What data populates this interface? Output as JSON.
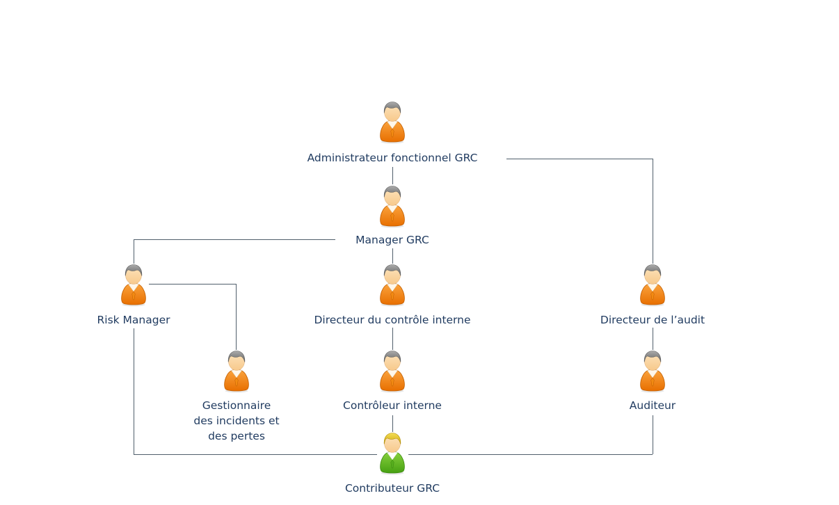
{
  "diagram": {
    "type": "org-chart",
    "language": "fr",
    "colors": {
      "label_text": "#1f3a5f",
      "connector": "#4f5e6b",
      "background": "#ffffff",
      "person_orange_suit": "#ee7d0c",
      "person_green_suit": "#5cb52a",
      "person_skin": "#fbd7a3",
      "person_hair_gray": "#8a8a8a",
      "person_hair_blond": "#e5c32e"
    },
    "nodes": [
      {
        "id": "administrateur-fonctionnel-grc",
        "label": "Administrateur fonctionnel GRC",
        "icon": "person-orange-icon"
      },
      {
        "id": "manager-grc",
        "label": "Manager GRC",
        "icon": "person-orange-icon"
      },
      {
        "id": "risk-manager",
        "label": "Risk Manager",
        "icon": "person-orange-icon"
      },
      {
        "id": "directeur-controle-interne",
        "label": "Directeur du contrôle interne",
        "icon": "person-orange-icon"
      },
      {
        "id": "directeur-audit",
        "label": "Directeur de l’audit",
        "icon": "person-orange-icon"
      },
      {
        "id": "gestionnaire-incidents-pertes",
        "label": "Gestionnaire\ndes incidents et\ndes pertes",
        "icon": "person-orange-icon"
      },
      {
        "id": "controleur-interne",
        "label": "Contrôleur interne",
        "icon": "person-orange-icon"
      },
      {
        "id": "auditeur",
        "label": "Auditeur",
        "icon": "person-orange-icon"
      },
      {
        "id": "contributeur-grc",
        "label": "Contributeur GRC",
        "icon": "person-green-icon"
      }
    ],
    "edges": [
      {
        "from": "administrateur-fonctionnel-grc",
        "to": "manager-grc"
      },
      {
        "from": "administrateur-fonctionnel-grc",
        "to": "directeur-audit"
      },
      {
        "from": "manager-grc",
        "to": "risk-manager"
      },
      {
        "from": "manager-grc",
        "to": "directeur-controle-interne"
      },
      {
        "from": "risk-manager",
        "to": "gestionnaire-incidents-pertes"
      },
      {
        "from": "risk-manager",
        "to": "contributeur-grc"
      },
      {
        "from": "directeur-controle-interne",
        "to": "controleur-interne"
      },
      {
        "from": "controleur-interne",
        "to": "contributeur-grc"
      },
      {
        "from": "directeur-audit",
        "to": "auditeur"
      },
      {
        "from": "auditeur",
        "to": "contributeur-grc"
      }
    ]
  }
}
